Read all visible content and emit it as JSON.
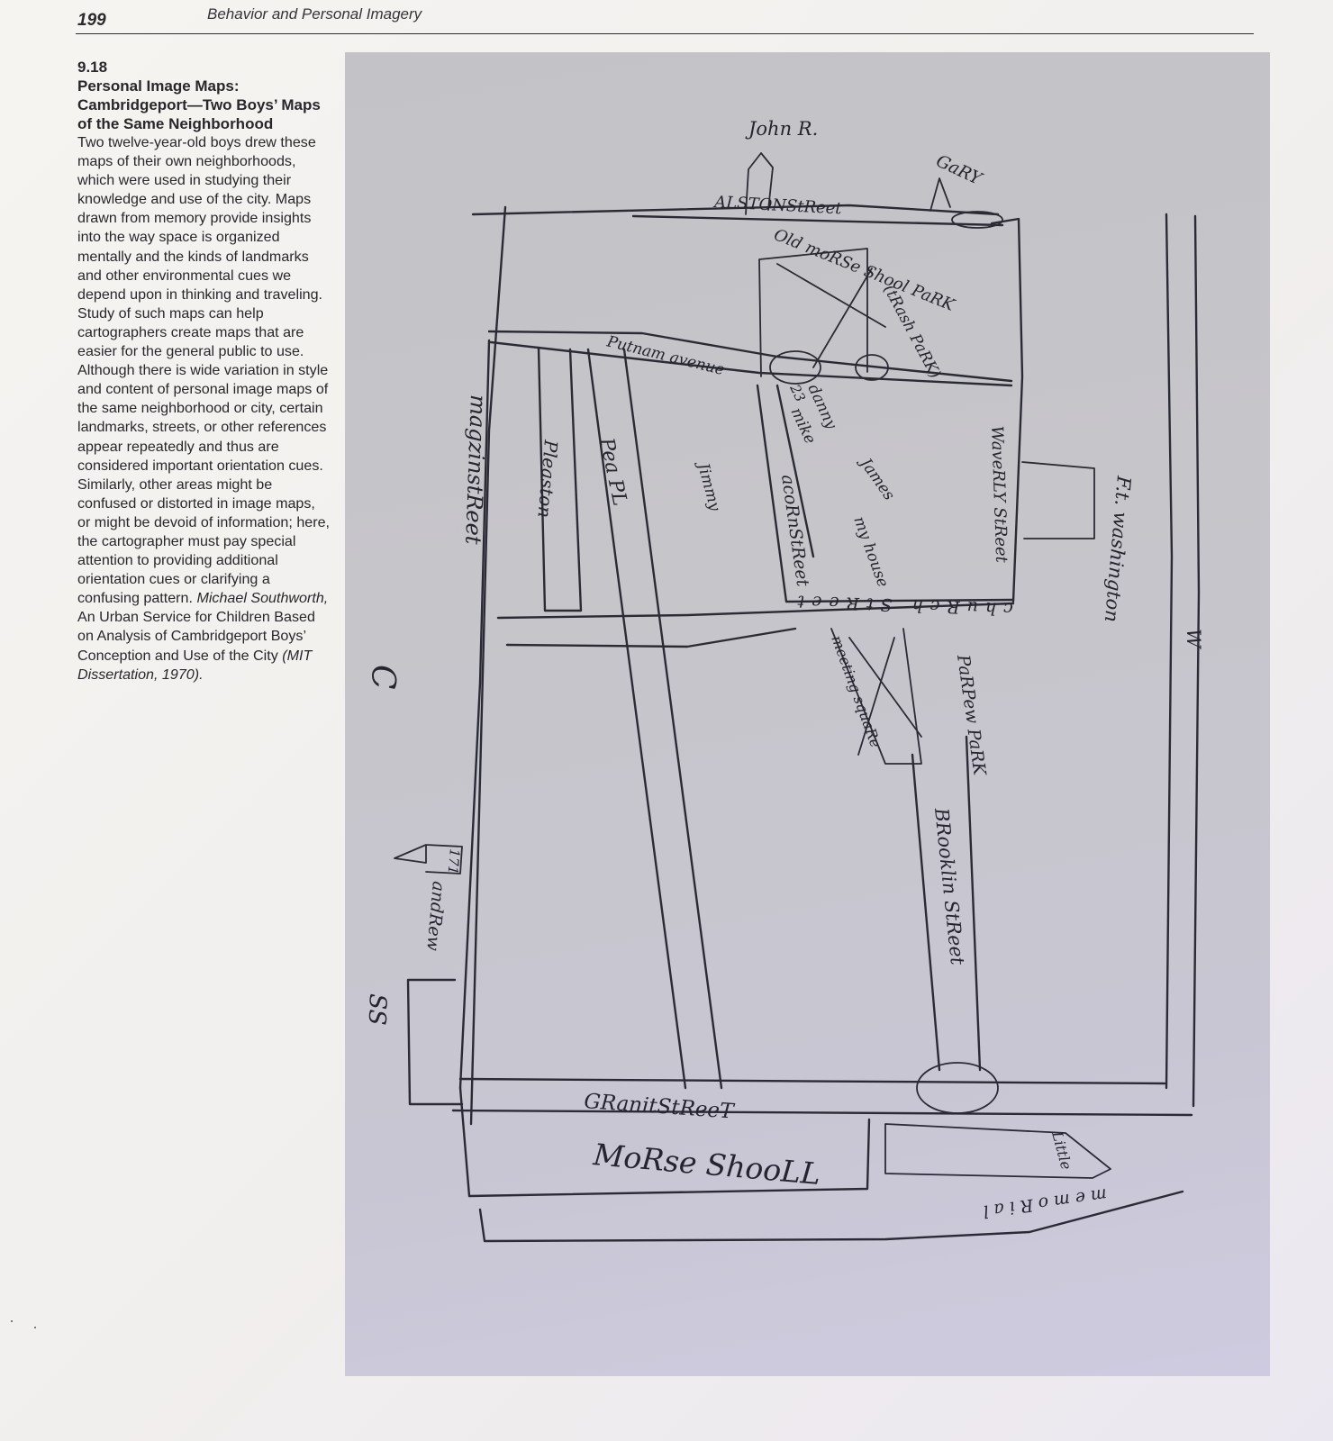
{
  "header": {
    "page_number": "199",
    "running_title": "Behavior and Personal Imagery"
  },
  "caption": {
    "figure_number": "9.18",
    "figure_title": "Personal Image Maps: Cambridgeport—Two Boys’ Maps of the Same Neighborhood",
    "body_text": "Two twelve-year-old boys drew these maps of their own neighborhoods, which were used in studying their knowledge and use of the city. Maps drawn from memory provide insights into the way space is organized mentally and the kinds of landmarks and other environmental cues we depend upon in thinking and traveling. Study of such maps can help cartographers create maps that are easier for the general public to use. Although there is wide variation in style and content of personal image maps of the same neighborhood or city, certain landmarks, streets, or other references appear repeatedly and thus are considered important orientation cues. Similarly, other areas might be confused or distorted in image maps, or might be devoid of information; here, the cartographer must pay special attention to providing additional orientation cues or clarifying a confusing pattern.",
    "credit_author": "Michael Southworth,",
    "credit_work": "An Urban Service for Children Based on Analysis of Cambridgeport Boys’ Conception and Use of the City",
    "credit_source": "(MIT Dissertation, 1970)."
  },
  "map_labels": {
    "john": "John R.",
    "gary": "GaRY",
    "alston": "ALSTONStReet",
    "old_morse": "Old moRSe Shool PaRK",
    "trash_park": "(tRash PaRK)",
    "putnam": "Putnam avenue",
    "magazine": "magzinstReet",
    "pleaston": "Pleaston",
    "peal": "Pea PL",
    "danny": "danny",
    "mike": "mike",
    "number_23": "23",
    "jimmy": "Jimmy",
    "james": "James",
    "my_house": "my house",
    "acorn": "acoRnStReet",
    "waverly": "WaveRLY StReet",
    "fort_washington": "F.t. washington",
    "w_mark": "W",
    "church": "chuRch StReet",
    "meeting": "meeting squaRe",
    "pacific": "PaRPew PaRK",
    "c_mark": "C",
    "brooklin": "BRooklin StReet",
    "number_171": "171",
    "andrew": "andRew",
    "ss_mark": "SS",
    "granite": "GRanitStReeT",
    "morse_school": "MoRse ShooLL",
    "little": "Little",
    "memorial": "memoRial"
  }
}
